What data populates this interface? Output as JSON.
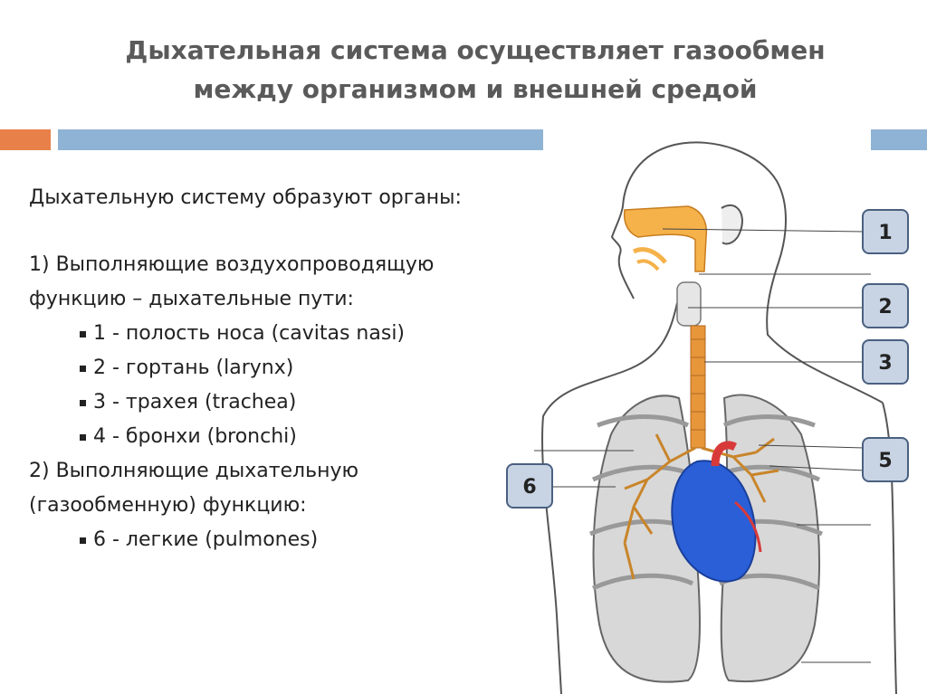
{
  "slide": {
    "title_line1": "Дыхательная система осуществляет газообмен",
    "title_line2": "между организмом и внешней средой",
    "accent_colors": {
      "orange": "#e8804a",
      "blue": "#8fb3d4"
    }
  },
  "content": {
    "intro": "Дыхательную систему образуют органы:",
    "group1_line1": "1) Выполняющие воздухопроводящую",
    "group1_line2": "функцию – дыхательные пути:",
    "group1_items": [
      "1 - полость носа (cavitas nasi)",
      "2 - гортань (larynx)",
      "3 - трахея (trachea)",
      "4 - бронхи (bronchi)"
    ],
    "group2_line1": "2) Выполняющие дыхательную",
    "group2_line2": "(газообменную) функцию:",
    "group2_items": [
      "6 - легкие (pulmones)"
    ]
  },
  "diagram": {
    "labels": [
      "1",
      "2",
      "3",
      "5",
      "6"
    ],
    "colors": {
      "airway": "#f5b24a",
      "heart_blue": "#2a5fd8",
      "heart_red": "#d83a3a",
      "lung": "#d8d8d8",
      "label_box": "#c8d4e4"
    }
  }
}
